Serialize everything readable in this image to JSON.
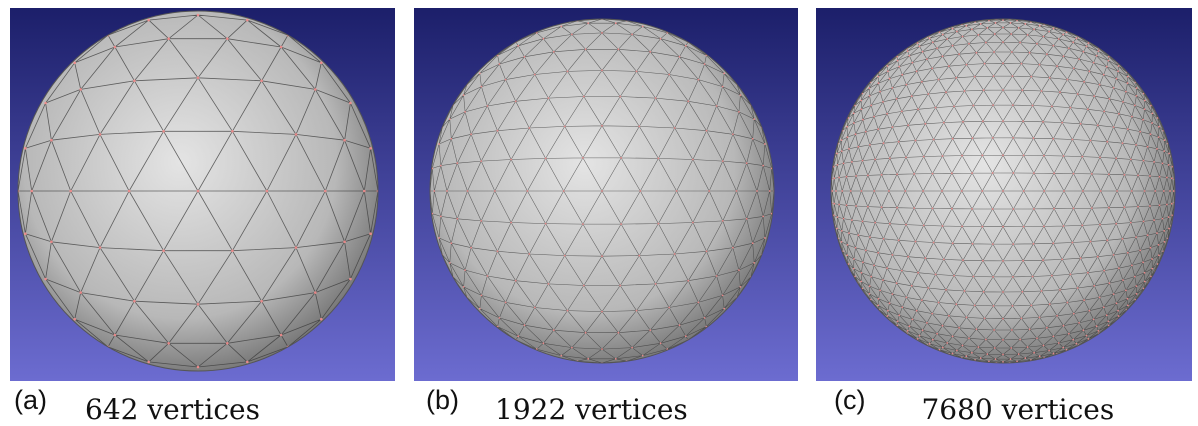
{
  "figure": {
    "panels": [
      {
        "letter": "(a)",
        "count_label": "642 vertices",
        "vertices": 642
      },
      {
        "letter": "(b)",
        "count_label": "1922 vertices",
        "vertices": 1922
      },
      {
        "letter": "(c)",
        "count_label": "7680 vertices",
        "vertices": 7680
      }
    ],
    "colors": {
      "background_top": "#1c1f6a",
      "background_bottom": "#6c6cd0",
      "sphere_light": "#e4e4e4",
      "sphere_dark": "#6e6e6e",
      "edge": "#3a3a3a",
      "vertex": "#ff9090"
    }
  }
}
